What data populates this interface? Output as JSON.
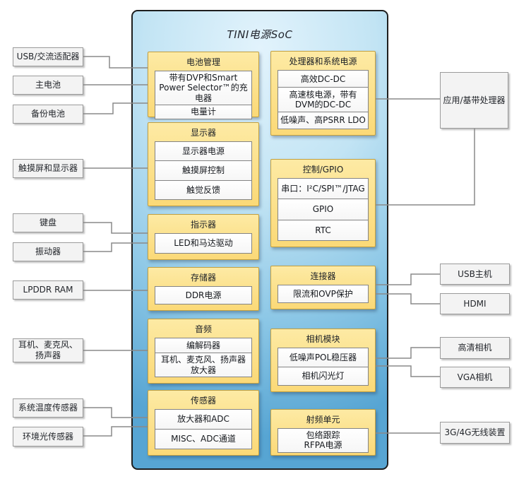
{
  "title": "TINI电源SoC",
  "soc_blocks": [
    {
      "title": "电池管理",
      "cells": [
        "带有DVP和Smart Power Selector™的充电器",
        "电量计"
      ]
    },
    {
      "title": "显示器",
      "cells": [
        "显示器电源",
        "触摸屏控制",
        "触觉反馈"
      ]
    },
    {
      "title": "指示器",
      "cells": [
        "LED和马达驱动"
      ]
    },
    {
      "title": "存储器",
      "cells": [
        "DDR电源"
      ]
    },
    {
      "title": "音频",
      "cells": [
        "编解码器",
        "耳机、麦克风、扬声器放大器"
      ]
    },
    {
      "title": "传感器",
      "cells": [
        "放大器和ADC",
        "MISC、ADC通道"
      ]
    },
    {
      "title": "处理器和系统电源",
      "cells": [
        "高效DC-DC",
        "高速核电源，带有DVM的DC-DC",
        "低噪声、高PSRR LDO"
      ]
    },
    {
      "title": "控制/GPIO",
      "cells": [
        "串口：I²C/SPI™/JTAG",
        "GPIO",
        "RTC"
      ]
    },
    {
      "title": "连接器",
      "cells": [
        "限流和OVP保护"
      ]
    },
    {
      "title": "相机模块",
      "cells": [
        "低噪声POL稳压器",
        "相机闪光灯"
      ]
    },
    {
      "title": "射频单元",
      "cells": [
        "包络跟踪\nRFPA电源"
      ]
    }
  ],
  "left_boxes": [
    "USB/交流适配器",
    "主电池",
    "备份电池",
    "触摸屏和显示器",
    "键盘",
    "振动器",
    "LPDDR RAM",
    "耳机、麦克风、扬声器",
    "系统温度传感器",
    "环境光传感器"
  ],
  "right_boxes": [
    "应用/基带处理器",
    "USB主机",
    "HDMI",
    "高清相机",
    "VGA相机",
    "3G/4G无线装置"
  ],
  "colors": {
    "soc_fill_top": "#e2f3fc",
    "soc_fill_bottom": "#57a5d3",
    "block_fill": "#fbe08d",
    "block_border": "#c2a041",
    "connector_line": "#8a8a8a"
  }
}
